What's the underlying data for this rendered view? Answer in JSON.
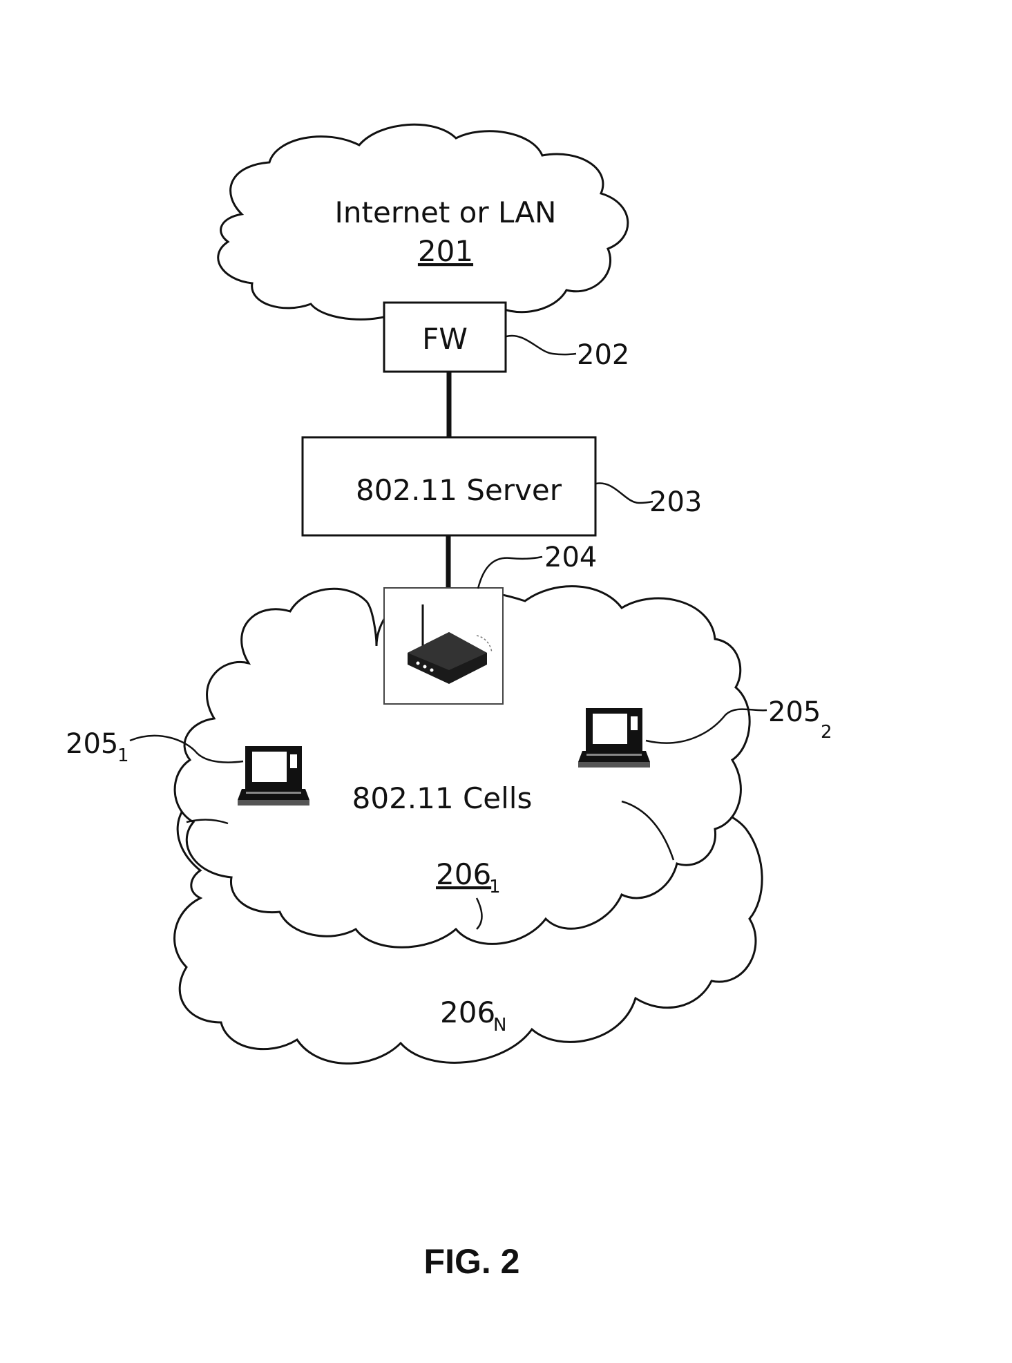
{
  "diagram": {
    "internet_cloud": {
      "label": "Internet or LAN",
      "ref": "201"
    },
    "firewall": {
      "label": "FW",
      "ref": "202"
    },
    "server": {
      "label": "802.11 Server",
      "ref": "203"
    },
    "access_point": {
      "ref": "204",
      "icon": "wireless-router-icon"
    },
    "laptop_1": {
      "ref_base": "205",
      "ref_sub": "1",
      "icon": "laptop-icon"
    },
    "laptop_2": {
      "ref_base": "205",
      "ref_sub": "2",
      "icon": "laptop-icon"
    },
    "cells": {
      "label": "802.11 Cells"
    },
    "cell_1": {
      "ref_base": "206",
      "ref_sub": "1"
    },
    "cell_n": {
      "ref_base": "206",
      "ref_sub": "N"
    },
    "figure_caption": "FIG. 2"
  }
}
